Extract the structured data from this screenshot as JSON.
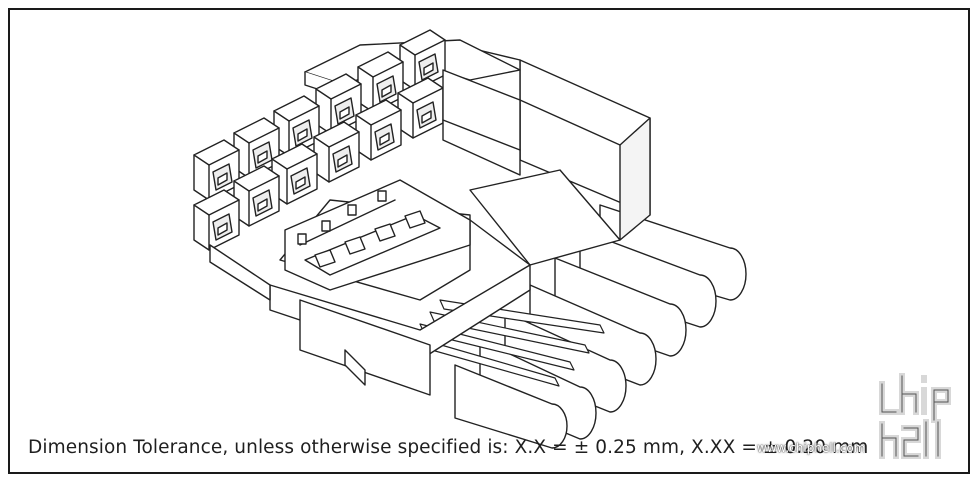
{
  "note": {
    "tolerance_text": "Dimension Tolerance, unless otherwise specified is:  X.X = ± 0.25 mm, X.XX = ± 0.20 mm"
  },
  "watermark": {
    "url": "www.chiphell.com",
    "logo_text": "chip hell"
  }
}
